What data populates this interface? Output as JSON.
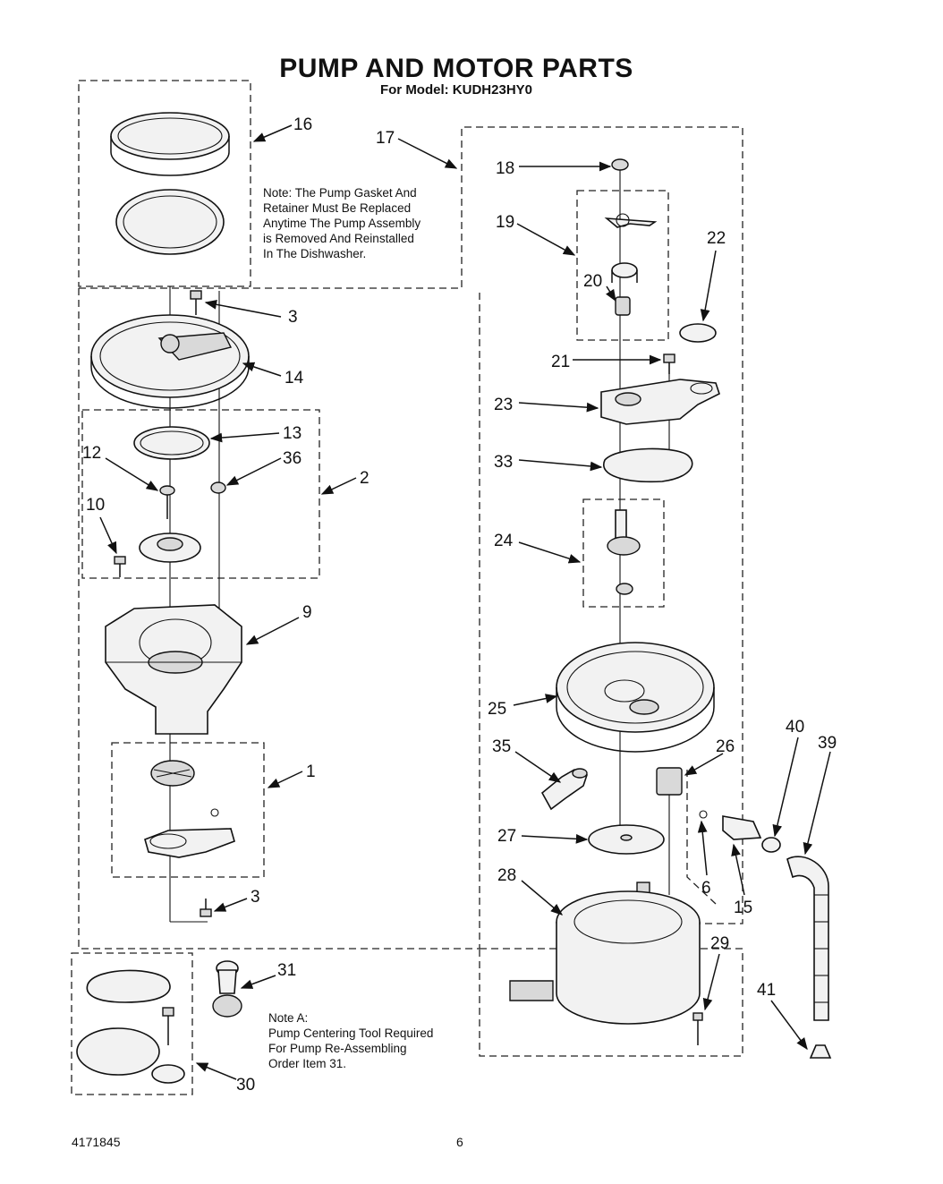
{
  "header": {
    "title": "PUMP AND MOTOR PARTS",
    "subtitle": "For Model: KUDH23HY0"
  },
  "notes": {
    "gasket_note": [
      "Note: The Pump Gasket    And",
      "Retainer Must Be Replaced",
      "Anytime The Pump Assembly",
      "is  Removed And Reinstalled",
      "In The Dishwasher."
    ],
    "note_a": [
      "Note A:",
      "Pump Centering Tool Required",
      "For Pump Re-Assembling",
      "Order Item 31."
    ]
  },
  "callouts": {
    "c1": "1",
    "c2": "2",
    "c3a": "3",
    "c3b": "3",
    "c6": "6",
    "c9": "9",
    "c10": "10",
    "c12": "12",
    "c13": "13",
    "c14": "14",
    "c15": "15",
    "c16": "16",
    "c17": "17",
    "c18": "18",
    "c19": "19",
    "c20": "20",
    "c21": "21",
    "c22": "22",
    "c23": "23",
    "c24": "24",
    "c25": "25",
    "c26": "26",
    "c27": "27",
    "c28": "28",
    "c29": "29",
    "c30": "30",
    "c31": "31",
    "c33": "33",
    "c35": "35",
    "c36": "36",
    "c39": "39",
    "c40": "40",
    "c41": "41"
  },
  "footer": {
    "doc_number": "4171845",
    "page_number": "6"
  }
}
